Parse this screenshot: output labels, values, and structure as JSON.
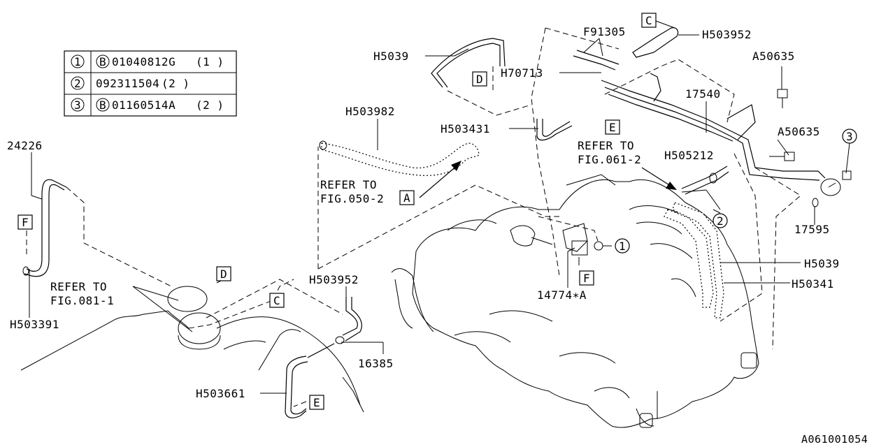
{
  "legend": {
    "rows": [
      {
        "num": "1",
        "prefix": "B",
        "text": "01040812G",
        "qty": "(1  )"
      },
      {
        "num": "2",
        "prefix": "",
        "text": "092311504",
        "qty": "(2  )"
      },
      {
        "num": "3",
        "prefix": "B",
        "text": "01160514A",
        "qty": "(2  )"
      }
    ]
  },
  "parts": {
    "p24226": "24226",
    "h503391": "H503391",
    "h5039_top": "H5039",
    "h503982": "H503982",
    "h503431": "H503431",
    "f91305": "F91305",
    "h70713": "H70713",
    "h503952_top": "H503952",
    "a50635_top": "A50635",
    "p17540": "17540",
    "a50635_mid": "A50635",
    "h505212": "H505212",
    "p17595": "17595",
    "h5039_right": "H5039",
    "h50341": "H50341",
    "p14774": "14774∗A",
    "h503952_bottom": "H503952",
    "p16385": "16385",
    "h503661": "H503661"
  },
  "refs": {
    "fig050_line1": "REFER TO",
    "fig050_line2": "FIG.050-2",
    "fig061_line1": "REFER TO",
    "fig061_line2": "FIG.061-2",
    "fig081_line1": "REFER TO",
    "fig081_line2": "FIG.081-1"
  },
  "markers": {
    "A": "A",
    "C": "C",
    "D": "D",
    "E": "E",
    "F": "F",
    "c1": "1",
    "c2": "2",
    "c3": "3"
  },
  "drawing_code": "A061001054"
}
